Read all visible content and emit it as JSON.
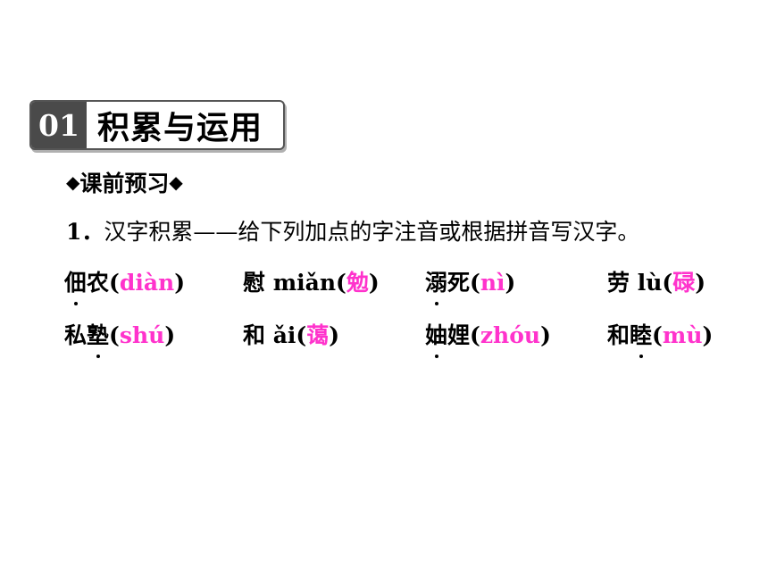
{
  "header": {
    "number": "01",
    "title": "积累与运用"
  },
  "subsection": {
    "diamond_left": "◆",
    "title": "课前预习",
    "diamond_right": "◆"
  },
  "question": {
    "number": "1．",
    "text": "汉字积累——给下列加点的字注音或根据拼音写汉字。"
  },
  "items": [
    {
      "pre": "",
      "dotted": "佃",
      "post": "农(",
      "answer": "diàn",
      "close": ")"
    },
    {
      "pre": "慰 miǎn(",
      "dotted": "",
      "post": "",
      "answer": "勉",
      "close": ")"
    },
    {
      "pre": "",
      "dotted": "溺",
      "post": "死(",
      "answer": "nì",
      "close": ")"
    },
    {
      "pre": "劳 lù(",
      "dotted": "",
      "post": "",
      "answer": "碌",
      "close": ")"
    },
    {
      "pre": "私",
      "dotted": "塾",
      "post": "(",
      "answer": "shú",
      "close": ")"
    },
    {
      "pre": "和 ǎi(",
      "dotted": "",
      "post": "",
      "answer": "蔼",
      "close": ")"
    },
    {
      "pre": "",
      "dotted": "妯",
      "post": "娌(",
      "answer": "zhóu",
      "close": ")"
    },
    {
      "pre": "和",
      "dotted": "睦",
      "post": "(",
      "answer": "mù",
      "close": ")"
    }
  ],
  "colors": {
    "answer": "#ff33cc",
    "header_box": "#4a4a4a"
  }
}
